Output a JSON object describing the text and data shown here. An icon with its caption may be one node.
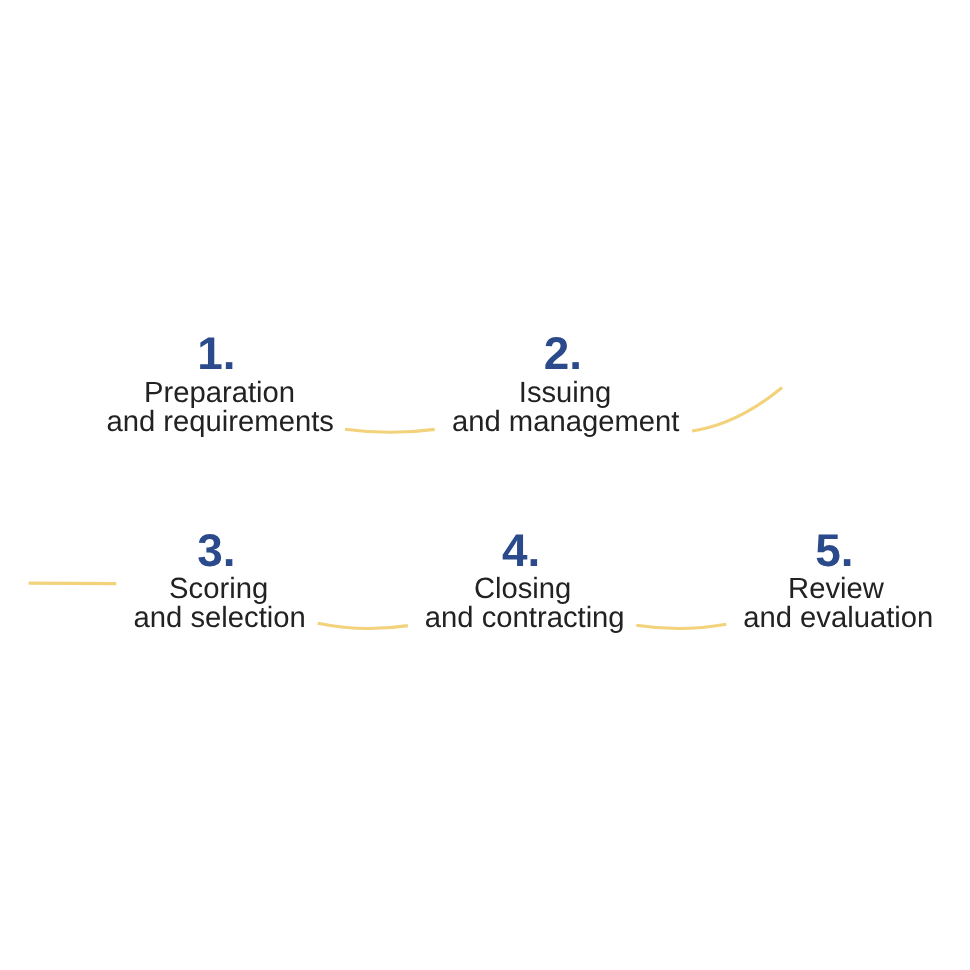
{
  "diagram": {
    "nodes": [
      {
        "text": [
          "1.",
          "Preparation and requirements"
        ]
      },
      {
        "text": [
          "2.",
          "Issuing and management"
        ]
      },
      {
        "text": [
          "3.",
          "Scoring and selection"
        ]
      },
      {
        "text": [
          "4.",
          "Closing and contracting"
        ]
      },
      {
        "text": [
          "5.",
          "Review and evaluation"
        ]
      }
    ],
    "edges": [
      {
        "from": 0,
        "to": 1,
        "arrow": "none"
      },
      {
        "from": 1,
        "to": null,
        "arrow": "none"
      },
      {
        "from": null,
        "to": 2,
        "arrow": "none"
      },
      {
        "from": 2,
        "to": 3,
        "arrow": "none"
      },
      {
        "from": 3,
        "to": 4,
        "arrow": "none"
      }
    ]
  }
}
